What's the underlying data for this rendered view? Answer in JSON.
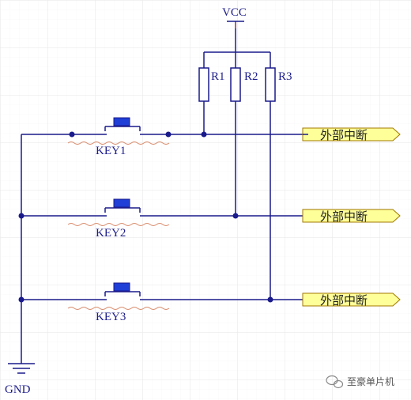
{
  "power": {
    "label": "VCC"
  },
  "ground": {
    "label": "GND"
  },
  "resistors": [
    {
      "label": "R1"
    },
    {
      "label": "R2"
    },
    {
      "label": "R3"
    }
  ],
  "keys": [
    {
      "label": "KEY1"
    },
    {
      "label": "KEY2"
    },
    {
      "label": "KEY3"
    }
  ],
  "ports": [
    {
      "label": "外部中断"
    },
    {
      "label": "外部中断"
    },
    {
      "label": "外部中断"
    }
  ],
  "watermark": {
    "text": "至豪单片机"
  },
  "colors": {
    "wire": "#1a1a8c",
    "port_fill": "#ffff99",
    "port_stroke": "#a07800",
    "grid": "#e6e6e6",
    "squiggle": "#d98a6a",
    "key_cap": "#1f3fd6"
  }
}
